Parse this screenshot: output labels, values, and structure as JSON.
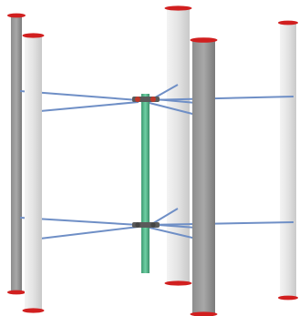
{
  "image": {
    "subject": "vertical-axis-wind-turbine",
    "description_hidden": true,
    "colors": {
      "background": "#ffffff",
      "blade_light": "#d9d9d9",
      "blade_dark": "#9a9a9a",
      "blade_cap": "#d11f1f",
      "shaft": "#4fb58a",
      "strut": "#6f8fc6",
      "hub": "#5a5a5a"
    },
    "blades": 5,
    "strut_levels": 2
  }
}
